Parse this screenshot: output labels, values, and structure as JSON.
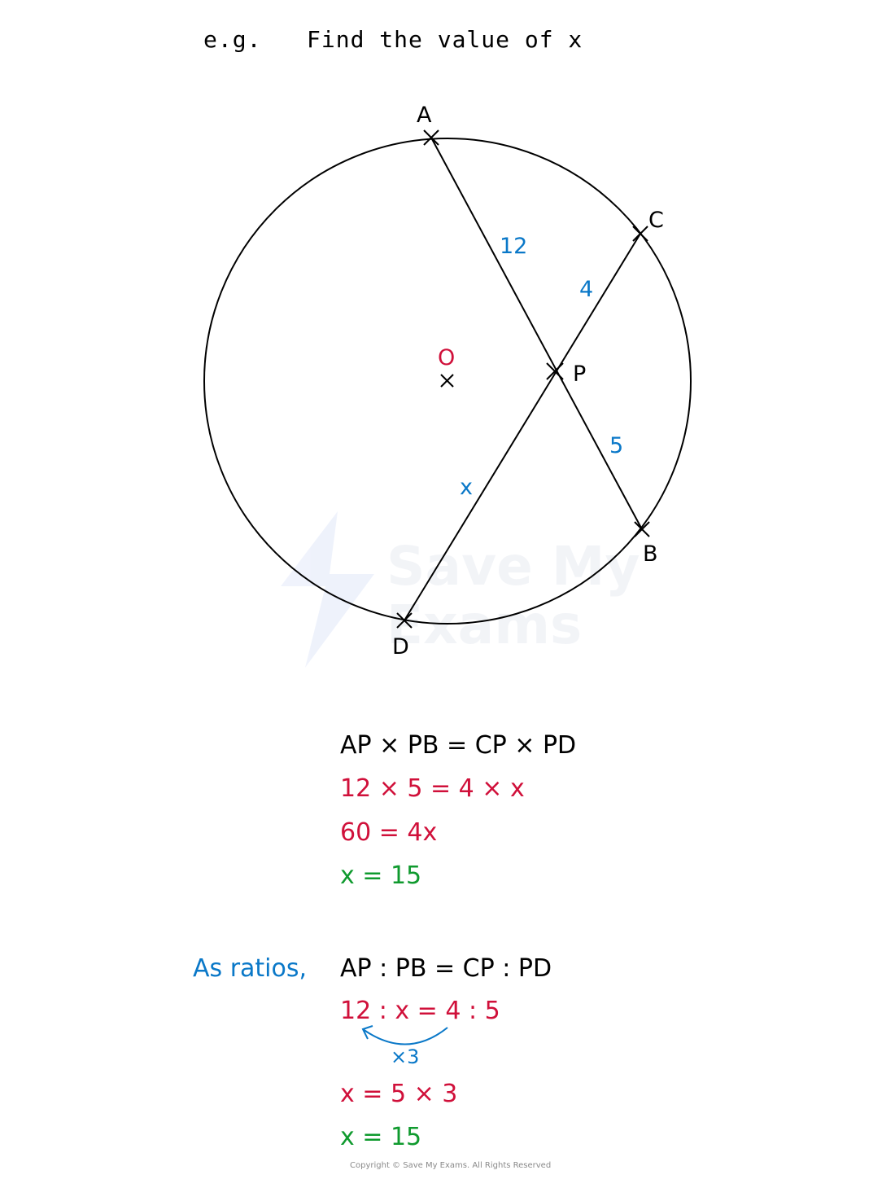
{
  "header": {
    "eg": "e.g.",
    "prompt": "Find the value of x"
  },
  "diagram": {
    "points": {
      "A": "A",
      "B": "B",
      "C": "C",
      "D": "D",
      "P": "P",
      "O": "O"
    },
    "lengths": {
      "AP": "12",
      "CP": "4",
      "PB": "5",
      "PD": "x"
    },
    "watermark": {
      "line1": "Save My",
      "line2": "Exams"
    }
  },
  "working": {
    "eq1": "AP × PB = CP × PD",
    "eq2": "12 × 5 = 4 × x",
    "eq3": "60 = 4x",
    "eq4": "x = 15"
  },
  "ratios": {
    "label": "As ratios,",
    "eq1": "AP : PB = CP : PD",
    "eq2": "12 : x = 4 : 5",
    "multiplier": "×3",
    "eq3": "x = 5 × 3",
    "eq4": "x = 15"
  },
  "copyright": "Copyright © Save My Exams. All Rights Reserved",
  "colors": {
    "black": "#000000",
    "red": "#d0103a",
    "green": "#0f9a2e",
    "blue": "#0a78c8"
  }
}
